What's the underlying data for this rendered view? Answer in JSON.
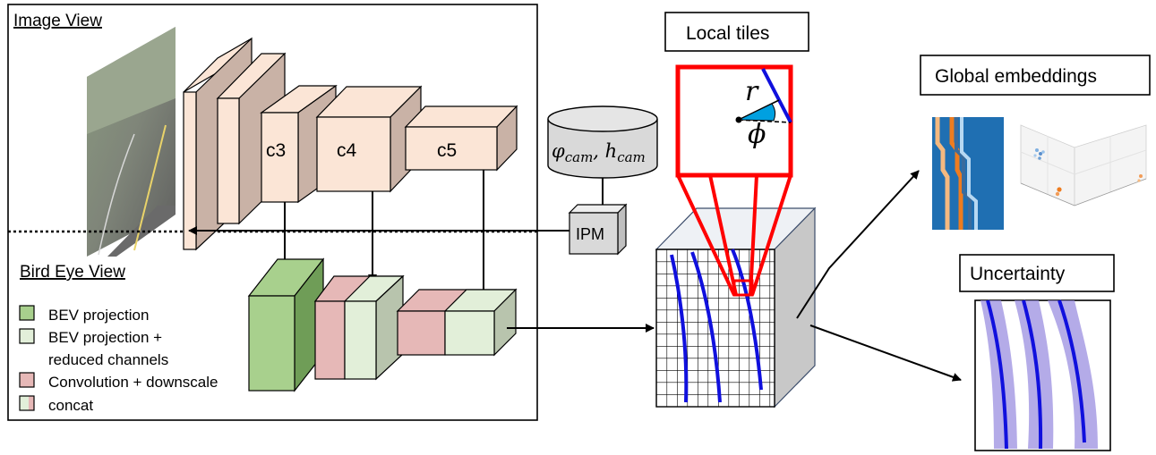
{
  "image_view": {
    "title": "Image View"
  },
  "bev": {
    "title": "Bird Eye View"
  },
  "blocks": {
    "c3": "c3",
    "c4": "c4",
    "c5": "c5"
  },
  "camera": {
    "params": "φcam, hcam",
    "ipm": "IPM"
  },
  "legend": [
    {
      "label": "BEV projection",
      "color": "#a8d08d"
    },
    {
      "label": "BEV projection +",
      "color": "#e2efd9"
    },
    {
      "label": "reduced channels"
    },
    {
      "label": "Convolution + downscale",
      "color": "#e6b8b7"
    },
    {
      "label": "concat"
    }
  ],
  "local_tiles": {
    "title": "Local tiles",
    "r": "r",
    "phi": "ϕ"
  },
  "global": {
    "title": "Global embeddings"
  },
  "uncertainty": {
    "title": "Uncertainty"
  },
  "colors": {
    "backbone_front": "#fbe5d6",
    "backbone_side": "#c9b2a6",
    "tile_red": "#ff0000",
    "lane_blue": "#1010dd",
    "uncert_fill": "#9b8fe0",
    "ipm_fill": "#d9d9d9"
  }
}
